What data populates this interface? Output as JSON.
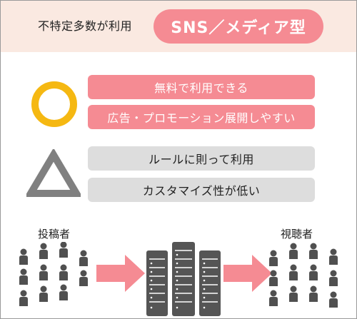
{
  "header": {
    "label": "不特定多数が利用",
    "type": "SNS／メディア型"
  },
  "pros": {
    "icon": "circle-icon",
    "items": [
      "無料で利用できる",
      "広告・プロモーション展開しやすい"
    ]
  },
  "cons": {
    "icon": "triangle-icon",
    "items": [
      "ルールに則って利用",
      "カスタマイズ性が低い"
    ]
  },
  "flow": {
    "left_label": "投稿者",
    "right_label": "視聴者"
  },
  "colors": {
    "accent": "#f58b93",
    "header_bg": "#fae9e1",
    "circle": "#f5b812",
    "triangle": "#808080",
    "people": "#505050"
  }
}
